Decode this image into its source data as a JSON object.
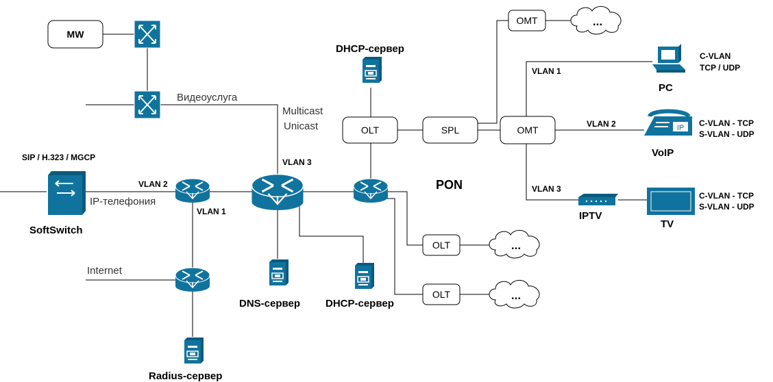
{
  "colors": {
    "device_fill": "#10739E",
    "device_stroke": "#ffffff",
    "line": "#000000"
  },
  "nodes": {
    "mw": "MW",
    "olt_main": "OLT",
    "spl": "SPL",
    "omt_main": "OMT",
    "omt_top": "OMT",
    "olt_a": "OLT",
    "olt_b": "OLT",
    "cloud_dots": "..."
  },
  "labels": {
    "video_service": "Видеоуслуга",
    "multicast": "Multicast",
    "unicast": "Unicast",
    "vlan3_core": "VLAN 3",
    "sip": "SIP / H.323 / MGCP",
    "vlan2_softswitch": "VLAN 2",
    "ip_telephony": "IP-телефония",
    "vlan1_router": "VLAN 1",
    "softswitch": "SoftSwitch",
    "internet": "Internet",
    "dns_server": "DNS-сервер",
    "dhcp_server_bottom": "DHCP-сервер",
    "dhcp_server_top": "DHCP-сервер",
    "radius_server": "Radius-сервер",
    "pon": "PON",
    "vlan1_pc": "VLAN 1",
    "vlan2_voip": "VLAN 2",
    "vlan3_iptv": "VLAN 3",
    "pc": "PC",
    "voip": "VoIP",
    "iptv": "IPTV",
    "tv": "TV",
    "pc_cvlan": "C-VLAN",
    "pc_proto": "TCP / UDP",
    "voip_cvlan": "C-VLAN - TCP",
    "voip_svlan": "S-VLAN - UDP",
    "tv_cvlan": "C-VLAN - TCP",
    "tv_svlan": "S-VLAN - UDP"
  }
}
